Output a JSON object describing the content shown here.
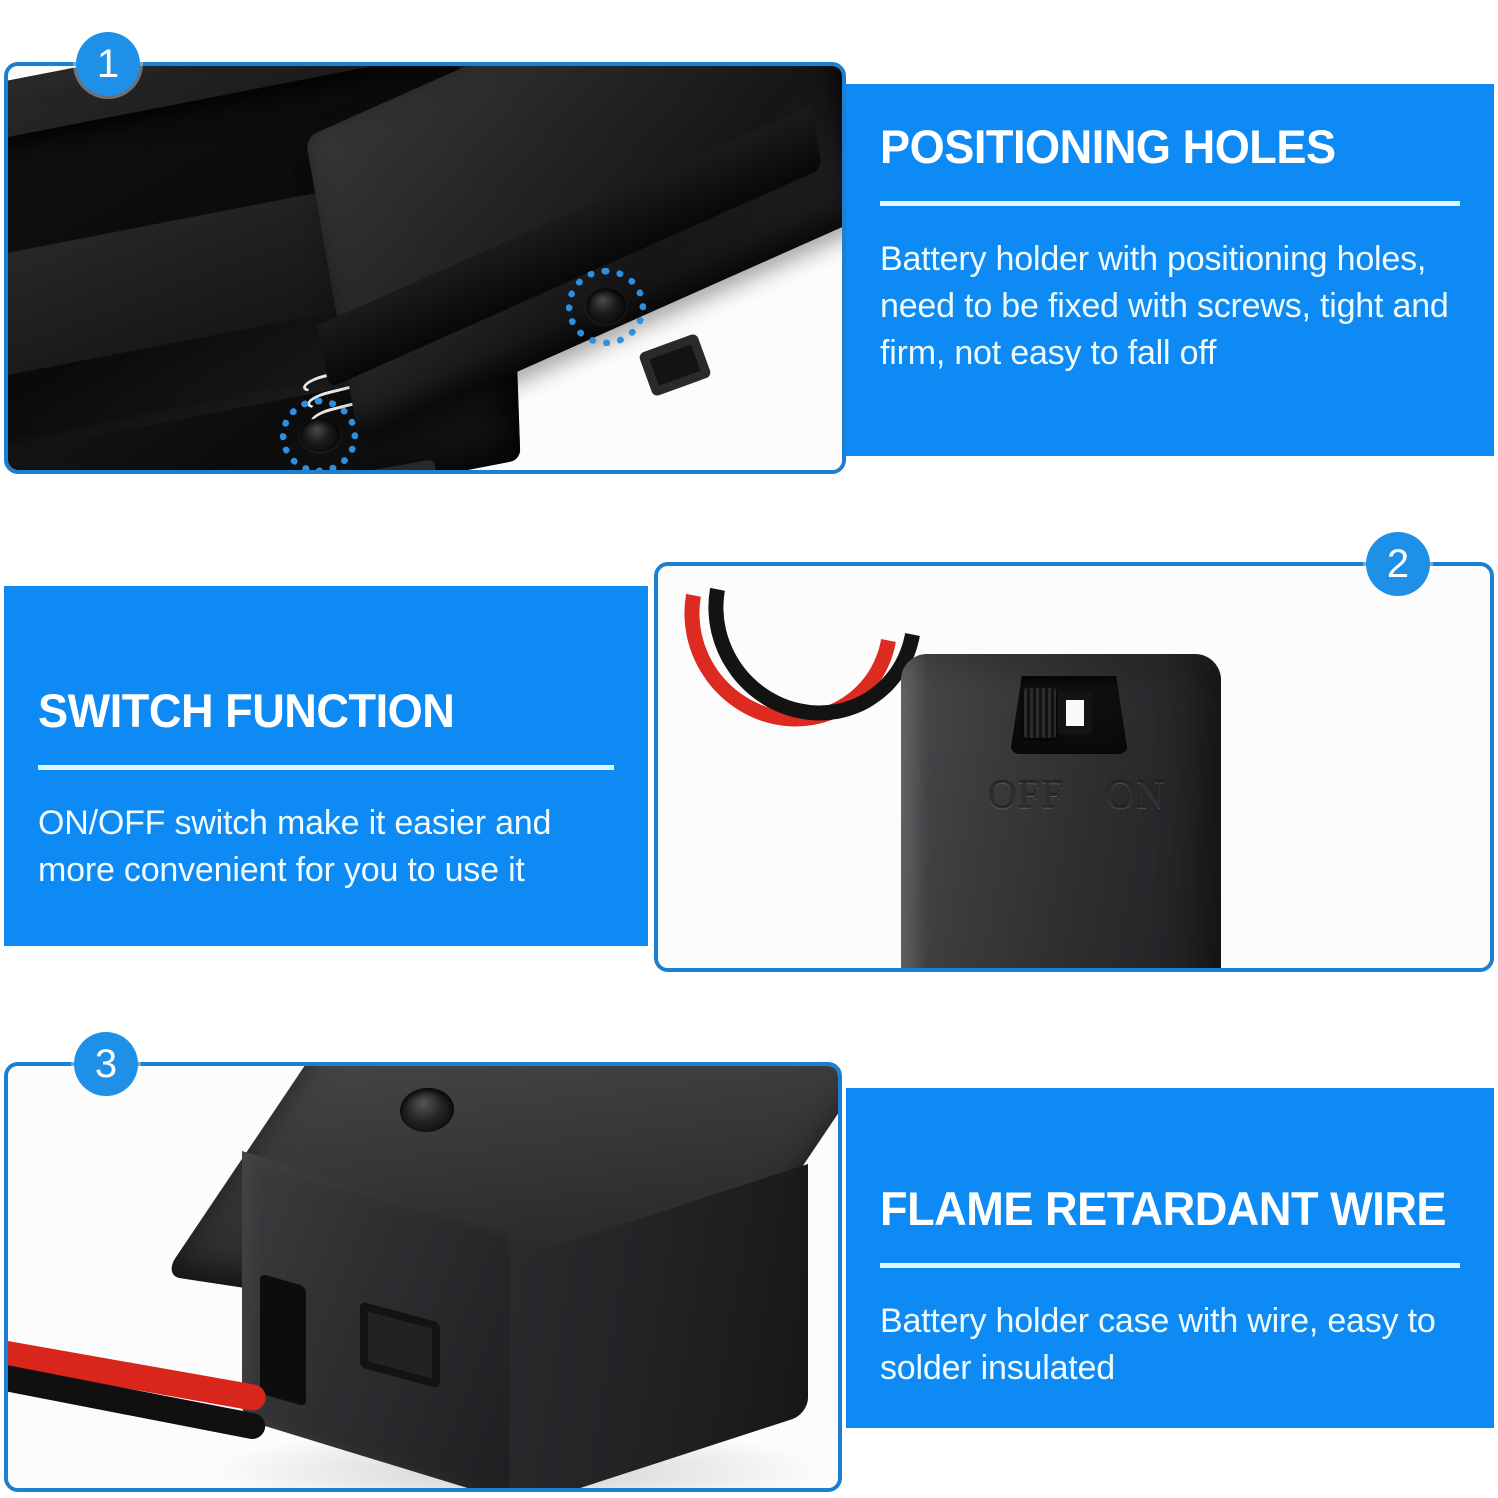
{
  "meta": {
    "accent_blue": "#0E8AF5",
    "border_blue": "#1C7FD0",
    "badge_blue": "#1E90E8",
    "title_color": "#FFFFFF",
    "body_color": "#EFFBFD"
  },
  "features": [
    {
      "number": "1",
      "title": "POSITIONING HOLES",
      "description": "Battery holder with positioning holes, need to be fixed with screws, tight and firm, not easy to fall off",
      "photo": {
        "alt": "open battery holder case with spring contacts next to its sliding cover",
        "annotations": [
          "positioning-hole-ring",
          "positioning-hole-ring"
        ]
      }
    },
    {
      "number": "2",
      "title": "SWITCH FUNCTION",
      "description": "ON/OFF switch make it easier and more convenient for you to use it",
      "photo": {
        "alt": "black battery box with slide switch and red and black lead wires",
        "switch_labels": {
          "off": "OFF",
          "on": "ON"
        }
      }
    },
    {
      "number": "3",
      "title": "FLAME RETARDANT WIRE",
      "description": "Battery holder case with wire, easy to solder insulated",
      "photo": {
        "alt": "corner of battery case showing screw hole and red and black wires exiting the case"
      }
    }
  ]
}
